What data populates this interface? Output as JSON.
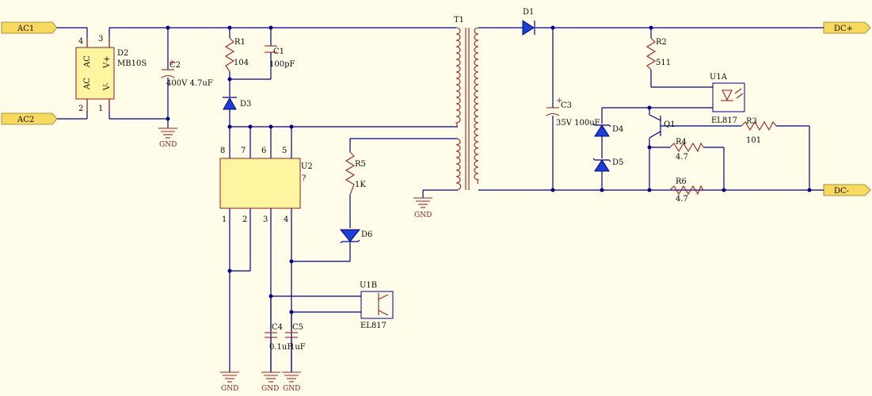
{
  "ports": {
    "ac1": "AC1",
    "ac2": "AC2",
    "dcp": "DC+",
    "dcm": "DC-"
  },
  "gnd": "GND",
  "d2": {
    "ref": "D2",
    "value": "MB10S",
    "pin_ac_top": "AC",
    "pin_ac_bot": "AC",
    "pin_vp": "V+",
    "pin_vm": "V-",
    "p4": "4",
    "p3": "3",
    "p2": "2",
    "p1": "1"
  },
  "c2": {
    "ref": "C2",
    "value": "400V 4.7uF"
  },
  "r1": {
    "ref": "R1",
    "value": "104"
  },
  "c1": {
    "ref": "C1",
    "value": "100pF"
  },
  "d3": {
    "ref": "D3"
  },
  "u2": {
    "ref": "U2",
    "value": "?",
    "p8": "8",
    "p7": "7",
    "p6": "6",
    "p5": "5",
    "p1": "1",
    "p2": "2",
    "p3": "3",
    "p4": "4"
  },
  "t1": {
    "ref": "T1"
  },
  "r5": {
    "ref": "R5",
    "value": "1K"
  },
  "d6": {
    "ref": "D6"
  },
  "u1b": {
    "ref": "U1B",
    "value": "EL817"
  },
  "c4": {
    "ref": "C4",
    "value": "0.1uF"
  },
  "c5": {
    "ref": "C5",
    "value": "1uF"
  },
  "d1": {
    "ref": "D1"
  },
  "c3": {
    "ref": "C3",
    "value": "35V 100uF"
  },
  "d4": {
    "ref": "D4"
  },
  "d5": {
    "ref": "D5"
  },
  "r2": {
    "ref": "R2",
    "value": "511"
  },
  "u1a": {
    "ref": "U1A",
    "value": "EL817"
  },
  "q1": {
    "ref": "Q1"
  },
  "r3": {
    "ref": "R3",
    "value": "101"
  },
  "r4": {
    "ref": "R4",
    "value": "4.7"
  },
  "r6": {
    "ref": "R6",
    "value": "4.7"
  },
  "colors": {
    "wire": "#00008b",
    "part": "#a02020",
    "fill": "#fff4a0",
    "port": "#f8d960",
    "background": "#fffde9"
  }
}
